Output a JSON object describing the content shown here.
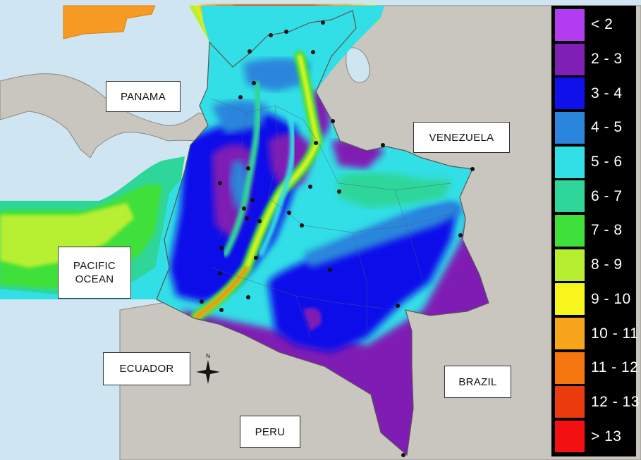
{
  "map": {
    "labels": {
      "panama": "PANAMA",
      "venezuela": "VENEZUELA",
      "pacific_ocean": "PACIFIC\nOCEAN",
      "ecuador": "ECUADOR",
      "brazil": "BRAZIL",
      "peru": "PERU"
    },
    "compass_north": "N",
    "colors": {
      "sea": "#cfe6f2",
      "land": "#c9c5bf",
      "border": "#8a8780"
    },
    "legend": [
      {
        "label": "< 2",
        "color": "#b43cf0"
      },
      {
        "label": "2 - 3",
        "color": "#7f1fb4"
      },
      {
        "label": "3 - 4",
        "color": "#1010ea"
      },
      {
        "label": "4 - 5",
        "color": "#2a86dc"
      },
      {
        "label": "5 - 6",
        "color": "#32dfe6"
      },
      {
        "label": "6 - 7",
        "color": "#2ed69a"
      },
      {
        "label": "7 - 8",
        "color": "#3fe03a"
      },
      {
        "label": "8 - 9",
        "color": "#b7ef30"
      },
      {
        "label": "9 - 10",
        "color": "#f7f51c"
      },
      {
        "label": "10 - 11",
        "color": "#f6a51c"
      },
      {
        "label": "11 - 12",
        "color": "#f5760f"
      },
      {
        "label": "12 - 13",
        "color": "#ea3b0c"
      },
      {
        "label": "> 13",
        "color": "#f21010"
      }
    ]
  }
}
